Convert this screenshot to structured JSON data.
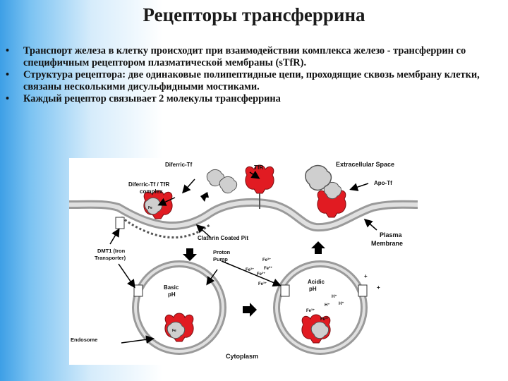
{
  "slide": {
    "title": "Рецепторы трансферрина",
    "bullets": [
      "Транспорт железа в клетку происходит при взаимодействии комплекса железо - трансферрин со специфичным рецептором плазматической мембраны (sTfR).",
      "Структура рецептора: две одинаковые полипептидные цепи, проходящие сквозь мембрану клетки, связаны несколькими дисульфидными мостиками.",
      "Каждый рецептор связывает 2 молекулы трансферрина"
    ],
    "bullet_marker": "•"
  },
  "diagram": {
    "labels": {
      "diferric_tf": "Diferric-Tf",
      "tfr": "TfR",
      "extracellular": "Extracellular Space",
      "diferric_complex_1": "Diferric-Tf / TfR",
      "diferric_complex_2": "complex",
      "apo_tf": "Apo-Tf",
      "clathrin": "Clathrin Coated Pit",
      "plasma_1": "Plasma",
      "plasma_2": "Membrane",
      "dmt1_1": "DMT1 (Iron",
      "dmt1_2": "Transporter)",
      "proton_1": "Proton",
      "proton_2": "Pump",
      "basic_1": "Basic",
      "basic_2": "pH",
      "acidic_1": "Acidic",
      "acidic_2": "pH",
      "endosome": "Endosome",
      "cytoplasm": "Cytoplasm",
      "fe": "Fe³⁺",
      "fe_small": "Fe",
      "h_plus": "H⁺",
      "plus": "+"
    },
    "colors": {
      "receptor": "#e11b22",
      "membrane": "#9a9a9a",
      "transferrin": "#c8c8c8",
      "arrow": "#000000"
    }
  }
}
